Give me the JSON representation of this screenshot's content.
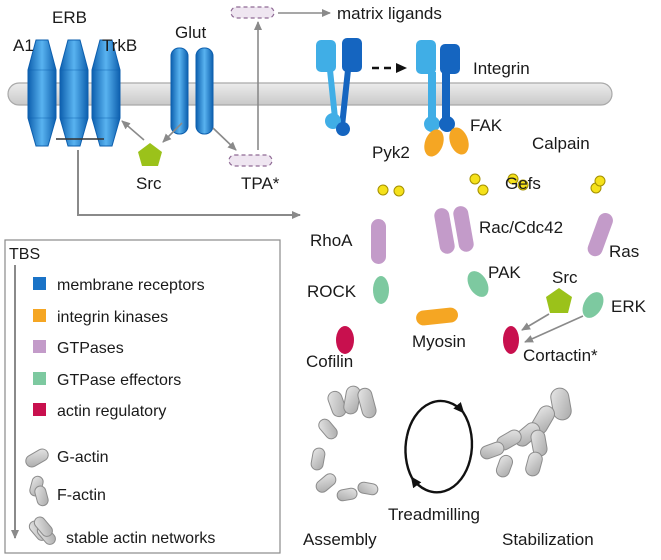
{
  "labels": {
    "a1": "A1",
    "erb": "ERB",
    "trkb": "TrkB",
    "glut": "Glut",
    "src": "Src",
    "tpa_top": "",
    "tpa": "TPA*",
    "matrix_ligands": "matrix ligands",
    "integrin": "Integrin",
    "fak": "FAK",
    "pyk2": "Pyk2",
    "calpain": "Calpain",
    "gefs": "Gefs",
    "rhoa": "RhoA",
    "rac_cdc42": "Rac/Cdc42",
    "ras": "Ras",
    "rock": "ROCK",
    "pak": "PAK",
    "src2": "Src",
    "erk": "ERK",
    "myosin": "Myosin",
    "cofilin": "Cofilin",
    "cortactin": "Cortactin*",
    "assembly": "Assembly",
    "treadmilling": "Treadmilling",
    "stabilization": "Stabilization"
  },
  "legend": {
    "title": "TBS",
    "items": [
      {
        "label": "membrane receptors",
        "color": "#1a73c7",
        "icon": "square-swatch"
      },
      {
        "label": "integrin kinases",
        "color": "#f5a623",
        "icon": "square-swatch"
      },
      {
        "label": "GTPases",
        "color": "#c39bc9",
        "icon": "square-swatch"
      },
      {
        "label": "GTPase effectors",
        "color": "#7dc9a0",
        "icon": "square-swatch"
      },
      {
        "label": "actin regulatory",
        "color": "#c8104e",
        "icon": "square-swatch"
      },
      {
        "label": "G-actin",
        "color": "#bdbdbd",
        "icon": "g-actin-icon"
      },
      {
        "label": "F-actin",
        "color": "#bdbdbd",
        "icon": "f-actin-icon"
      },
      {
        "label": "stable actin networks",
        "color": "#bdbdbd",
        "icon": "stable-actin-icon"
      }
    ]
  },
  "colors": {
    "receptor_blue": "#1a73c7",
    "receptor_light": "#4aa8e8",
    "kinase_orange": "#f5a623",
    "gtpase_purple": "#c39bc9",
    "effector_green": "#7dc9a0",
    "actin_regulatory": "#c8104e",
    "gef_yellow": "#f5e11a",
    "src_green": "#9bc21a",
    "actin_grey": "#c4c4c4",
    "membrane_grey": "#d9d9d9"
  }
}
